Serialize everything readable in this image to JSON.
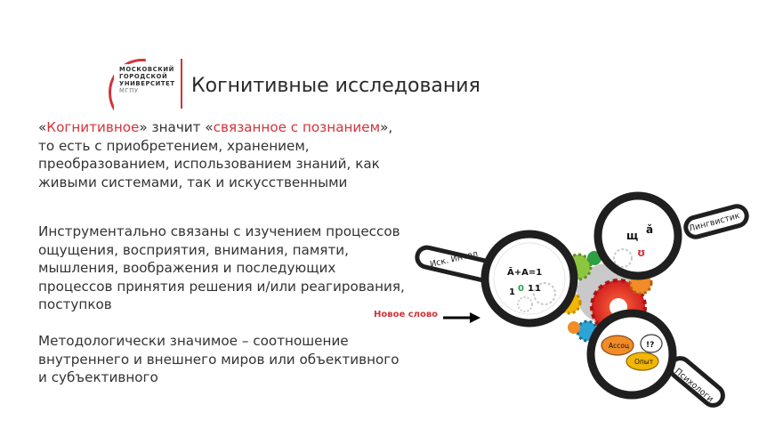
{
  "logo": {
    "line1": "МОСКОВСКИЙ",
    "line2": "ГОРОДСКОЙ",
    "line3": "УНИВЕРСИТЕТ",
    "line4": "МГПУ"
  },
  "slide": {
    "title": "Когнитивные исследования",
    "paragraph1": {
      "q_open": "«",
      "term1": "Когнитивное",
      "mid1": "» значит «",
      "term2": "связанное с познанием",
      "rest": "», то есть с приобретением, хранением, преобразованием, использованием знаний, как живыми системами, так и искусственными"
    },
    "paragraph2": "Инструментально связаны с изучением процессов ощущения, восприятия, внимания, памяти, мышления, воображения и последующих процессов принятия решения и/или реагирования, поступков",
    "paragraph3": "Методологически значимое – соотношение внутреннего и внешнего миров или объективного и субъективного"
  },
  "diagram": {
    "arrow_label": "Новое слово",
    "lens_left_label": "Иск. Интел",
    "lens_top_label": "Лингвистик",
    "lens_bottom_label": "Психологи",
    "formula": "Ā+A=1",
    "binary": [
      "1",
      "0",
      "1",
      "1"
    ],
    "letters": [
      "щ",
      "ǎ",
      "ʊ"
    ],
    "bubble1": "Ассоц",
    "bubble2": "!?",
    "bubble3": "Опыт",
    "colors": {
      "accent": "#d2343a",
      "lens": "#1f1f1f",
      "green": "#2ea043"
    }
  }
}
